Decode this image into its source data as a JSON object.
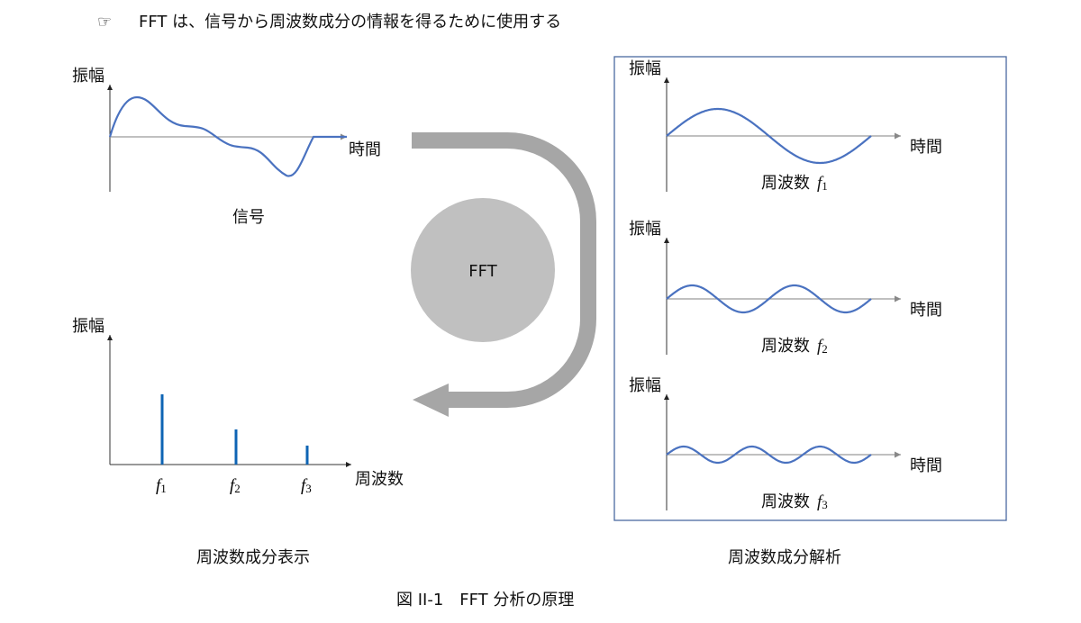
{
  "header": {
    "bullet_icon": "pointing-hand-icon",
    "bullet": "☞",
    "text": "FFT は、信号から周波数成分の情報を得るために使用する"
  },
  "signal_panel": {
    "y_label": "振幅",
    "x_label": "時間",
    "caption": "信号"
  },
  "fft": {
    "label": "FFT"
  },
  "spectrum_panel": {
    "y_label": "振幅",
    "x_label": "周波数",
    "caption": "周波数成分表示",
    "bars": [
      {
        "label": "f",
        "sub": "1",
        "value": 1.0
      },
      {
        "label": "f",
        "sub": "2",
        "value": 0.5
      },
      {
        "label": "f",
        "sub": "3",
        "value": 0.27
      }
    ]
  },
  "analysis_panel": {
    "caption": "周波数成分解析",
    "components": [
      {
        "y_label": "振幅",
        "x_label": "時間",
        "name": "周波数",
        "f": "f",
        "sub": "1",
        "cycles": 1,
        "amplitude": 1.0
      },
      {
        "y_label": "振幅",
        "x_label": "時間",
        "name": "周波数",
        "f": "f",
        "sub": "2",
        "cycles": 2,
        "amplitude": 0.5
      },
      {
        "y_label": "振幅",
        "x_label": "時間",
        "name": "周波数",
        "f": "f",
        "sub": "3",
        "cycles": 3,
        "amplitude": 0.3
      }
    ]
  },
  "figure_caption": "図 II-1　FFT 分析の原理",
  "colors": {
    "wave": "#4a72c0",
    "bar": "#0e64b4",
    "axis": "#9a9a9a",
    "arrow": "#a6a6a6",
    "circle": "#c0c0c0",
    "frame": "#4a6aa0"
  }
}
